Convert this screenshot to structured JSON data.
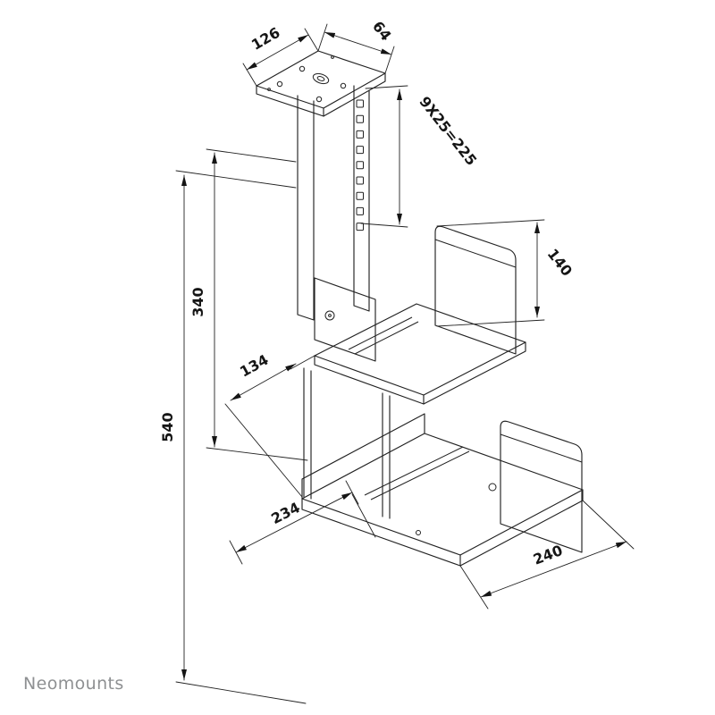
{
  "page": {
    "background_color": "#ffffff"
  },
  "brand": {
    "name": "Neomounts",
    "color": "#8e9092"
  },
  "drawing": {
    "subject": "under-desk-cpu-holder-dimension-drawing",
    "line_color": "#222222",
    "labels": {
      "plate_width": "126",
      "plate_depth": "64",
      "hole_pattern": "9X25=225",
      "panel_height": "140",
      "column_length": "340",
      "bracket_depth": "134",
      "total_length": "540",
      "base_depth": "234",
      "base_width": "240"
    }
  }
}
